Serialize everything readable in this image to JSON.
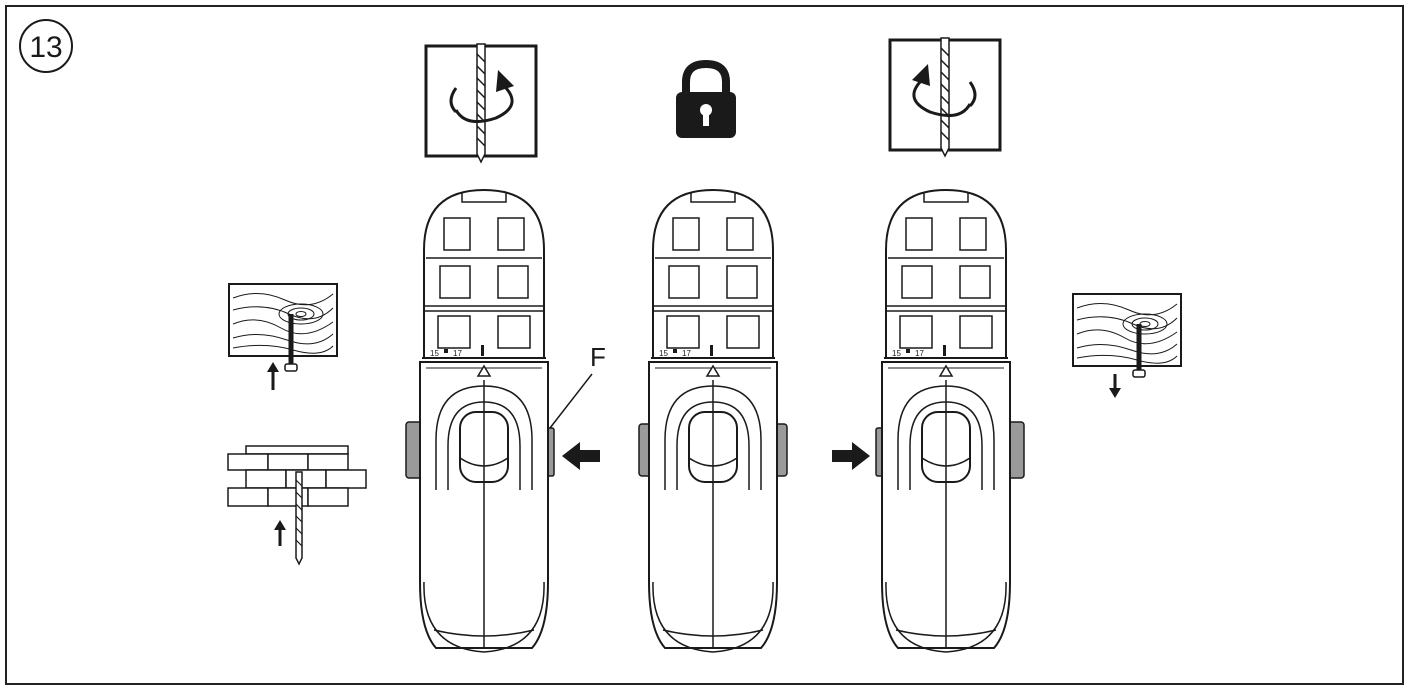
{
  "figure": {
    "step_number": "13",
    "callout_label": "F"
  },
  "drill_units": [
    {
      "id": "left-reverse",
      "settings_text": "15",
      "settings_text_2": "17"
    },
    {
      "id": "center-locked",
      "settings_text": "15",
      "settings_text_2": "17"
    },
    {
      "id": "right-forward",
      "settings_text": "15",
      "settings_text_2": "17"
    }
  ],
  "icons": {
    "rotation_left": "counterclockwise-rotation-icon",
    "lock": "padlock-icon",
    "rotation_right": "clockwise-rotation-icon",
    "wood_screw_out": "wood-screw-removal-icon",
    "brick_drill": "masonry-drilling-icon",
    "wood_screw_in": "wood-screw-insertion-icon"
  },
  "colors": {
    "line": "#1a1a1a",
    "switch_fill": "#9a9a9a",
    "frame": "#222222"
  }
}
